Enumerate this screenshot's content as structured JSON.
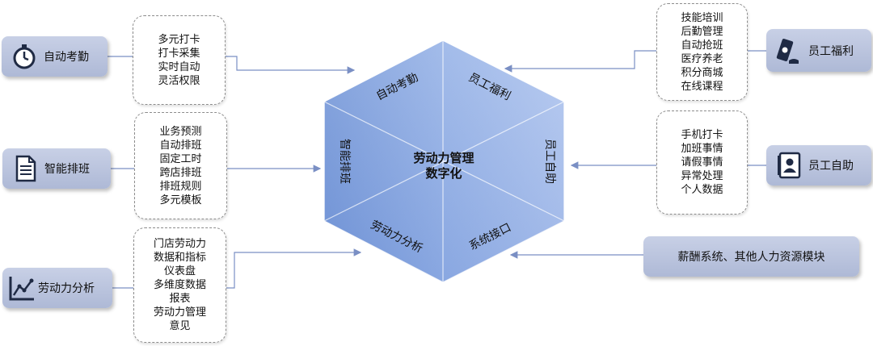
{
  "left_nodes": [
    {
      "label": "自动考勤",
      "icon": "stopwatch-icon"
    },
    {
      "label": "智能排班",
      "icon": "document-icon"
    },
    {
      "label": "劳动力分析",
      "icon": "line-chart-icon"
    }
  ],
  "right_nodes": [
    {
      "label": "员工福利",
      "icon": "money-hand-icon"
    },
    {
      "label": "员工自助",
      "icon": "contact-card-icon"
    }
  ],
  "bottom_right_node": {
    "label": "薪酬系统、其他人力资源模块"
  },
  "left_boxes": [
    {
      "items": [
        "多元打卡",
        "打卡采集",
        "实时自动",
        "灵活权限"
      ]
    },
    {
      "items": [
        "业务预测",
        "自动排班",
        "固定工时",
        "跨店排班",
        "排班规则",
        "多元模板"
      ]
    },
    {
      "items": [
        "门店劳动力",
        "数据和指标",
        "仪表盘",
        "多维度数据",
        "报表",
        "劳动力管理",
        "意见"
      ]
    }
  ],
  "right_boxes": [
    {
      "items": [
        "技能培训",
        "后勤管理",
        "自动抢班",
        "医疗养老",
        "积分商城",
        "在线课程"
      ]
    },
    {
      "items": [
        "手机打卡",
        "加班事情",
        "请假事情",
        "异常处理",
        "个人数据"
      ]
    }
  ],
  "hexagon": {
    "center": [
      "劳动力管理",
      "数字化"
    ],
    "segments": [
      "自动考勤",
      "员工福利",
      "员工自助",
      "系统接口",
      "劳动力分析",
      "智能排班"
    ]
  },
  "colors": {
    "hex_light": "#9fb8e8",
    "hex_dark": "#6f93d6",
    "node_bg": "#b9c3de",
    "arrow": "#7a8fc4"
  }
}
